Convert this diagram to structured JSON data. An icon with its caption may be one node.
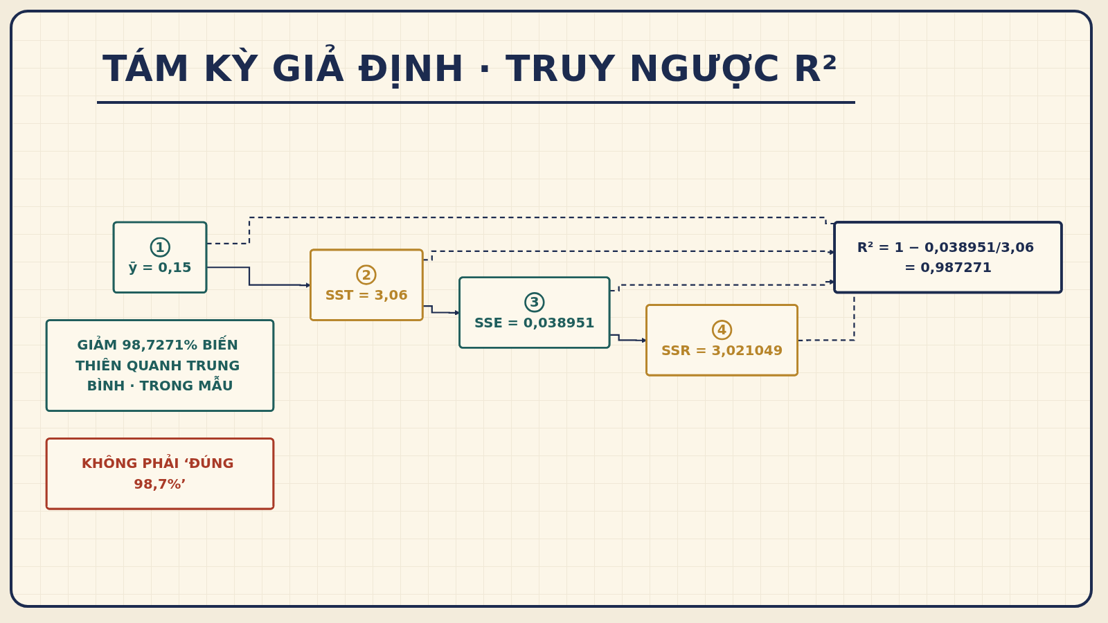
{
  "diagram": {
    "title": "TÁM KỲ GIẢ ĐỊNH · TRUY NGƯỢC R²",
    "nodes": [
      {
        "text": [
          "1",
          "ȳ = 0,15"
        ]
      },
      {
        "text": [
          "2",
          "SST = 3,06"
        ]
      },
      {
        "text": [
          "3",
          "SSE = 0,038951"
        ]
      },
      {
        "text": [
          "4",
          "SSR = 3,021049"
        ]
      },
      {
        "text": [
          "R² = 1 − 0,038951/3,06 = 0,987271"
        ]
      },
      {
        "text": [
          "GIẢM 98,7271% BIẾN THIÊN QUANH TRUNG BÌNH · TRONG MẪU"
        ]
      },
      {
        "text": [
          "KHÔNG PHẢI ‘ĐÚNG 98,7%’"
        ]
      }
    ],
    "edges": [
      {
        "from": 0,
        "to": 1,
        "arrow": "to"
      },
      {
        "from": 1,
        "to": 2,
        "arrow": "to"
      },
      {
        "from": 2,
        "to": 3,
        "arrow": "to"
      },
      {
        "from": 0,
        "to": 4,
        "arrow": "none",
        "style": "dashed"
      },
      {
        "from": 1,
        "to": 4,
        "arrow": "to",
        "style": "dashed"
      },
      {
        "from": 2,
        "to": 4,
        "arrow": "to",
        "style": "dashed"
      },
      {
        "from": 3,
        "to": 4,
        "arrow": "none",
        "style": "dashed"
      }
    ]
  }
}
